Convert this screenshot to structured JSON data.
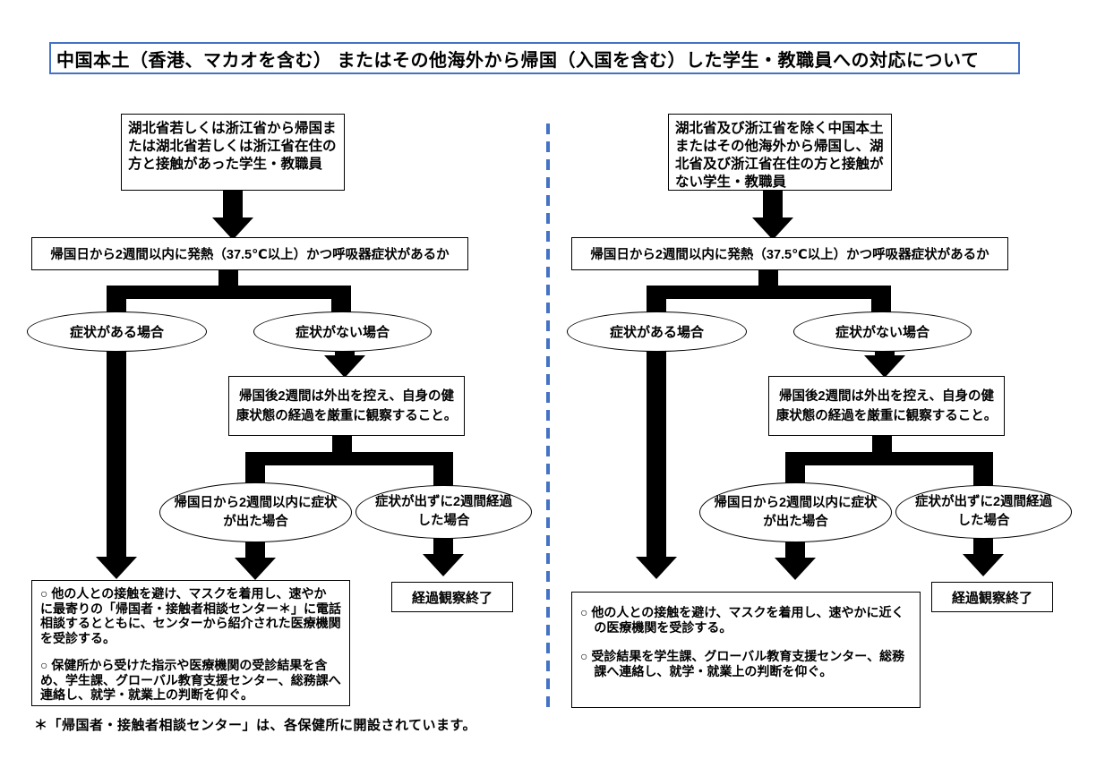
{
  "title": "中国本土（香港、マカオを含む） またはその他海外から帰国（入国を含む）した学生・教職員への対応について",
  "footnote": "＊「帰国者・接触者相談センター」は、各保健所に開設されています。",
  "colors": {
    "divider_blue": "#4472C4",
    "title_border_blue": "#4472C4",
    "arrow_black": "#000000"
  },
  "panels": [
    {
      "id": "hubei-zhejiang-contact",
      "top_box": "湖北省若しくは浙江省から帰国または湖北省若しくは浙江省在住の方と接触があった学生・教職員",
      "question_box": "帰国日から2週間以内に発熱（37.5℃以上）かつ呼吸器症状があるか",
      "ellipse_symptoms": "症状がある場合",
      "ellipse_no_symptoms": "症状がない場合",
      "observe_box": "帰国後2週間は外出を控え、自身の健康状態の経過を厳重に観察すること。",
      "ellipse_onset": "帰国日から2週間以内に症状が出た場合",
      "ellipse_no_onset": "症状が出ずに2週間経過した場合",
      "end_box": "経過観察終了",
      "action_items": [
        "○ 他の人との接触を避け、マスクを着用し、速やか　に最寄りの「帰国者・接触者相談センター＊」に電話相談するとともに、センターから紹介された医療機関を受診する。",
        "○ 保健所から受けた指示や医療機関の受診結果を含め、学生課、グローバル教育支援センター、総務課へ連絡し、就学・就業上の判断を仰ぐ。"
      ]
    },
    {
      "id": "other-regions-no-contact",
      "top_box": "湖北省及び浙江省を除く中国本土またはその他海外から帰国し、湖北省及び浙江省在住の方と接触がない学生・教職員",
      "question_box": "帰国日から2週間以内に発熱（37.5℃以上）かつ呼吸器症状があるか",
      "ellipse_symptoms": "症状がある場合",
      "ellipse_no_symptoms": "症状がない場合",
      "observe_box": "帰国後2週間は外出を控え、自身の健康状態の経過を厳重に観察すること。",
      "ellipse_onset": "帰国日から2週間以内に症状が出た場合",
      "ellipse_no_onset": "症状が出ずに2週間経過した場合",
      "end_box": "経過観察終了",
      "action_items": [
        "○ 他の人との接触を避け、マスクを着用し、速やかに近くの医療機関を受診する。",
        "○ 受診結果を学生課、グローバル教育支援センター、総務課へ連絡し、就学・就業上の判断を仰ぐ。"
      ]
    }
  ]
}
